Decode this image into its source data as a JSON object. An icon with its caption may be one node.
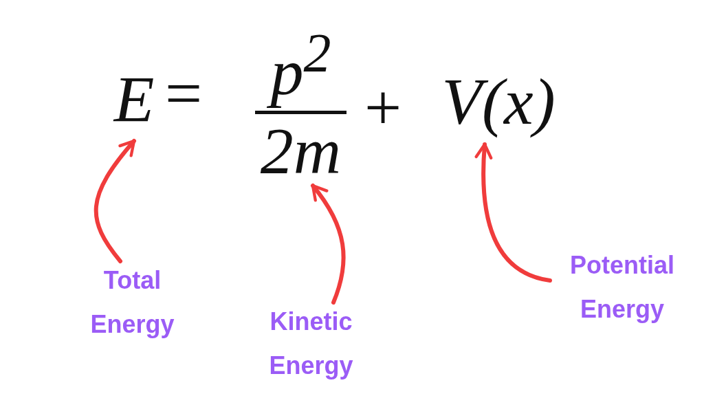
{
  "diagram": {
    "nodes": [
      {
        "text": [
          "E"
        ]
      },
      {
        "text": [
          "p$^{2}$",
          "2m"
        ]
      },
      {
        "text": [
          "V(x)"
        ]
      },
      {
        "text": [
          "Total Energy"
        ]
      },
      {
        "text": [
          "Kinetic Energy"
        ]
      },
      {
        "text": [
          "Potential Energy"
        ]
      }
    ],
    "edges": [
      {
        "from": 3,
        "to": 0,
        "arrow": "to"
      },
      {
        "from": 4,
        "to": 1,
        "arrow": "to"
      },
      {
        "from": 5,
        "to": 2,
        "arrow": "to"
      }
    ],
    "labels": [
      "=",
      "+"
    ]
  }
}
